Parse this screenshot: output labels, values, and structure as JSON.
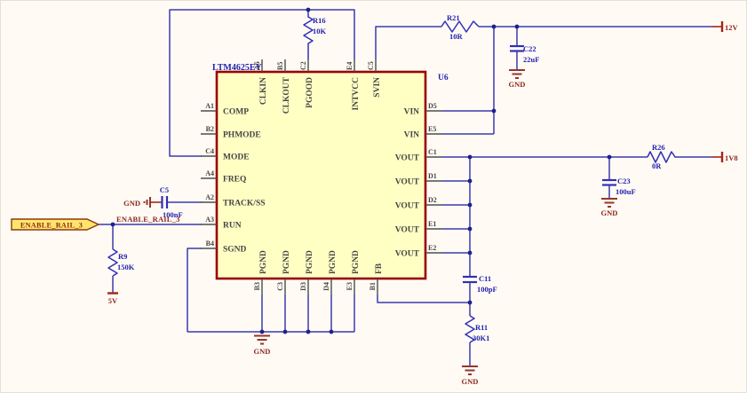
{
  "schematic": {
    "chip": {
      "part": "LTM4625EY",
      "designator": "U6",
      "pins": {
        "left": [
          {
            "des": "A1",
            "name": "COMP"
          },
          {
            "des": "B2",
            "name": "PHMODE"
          },
          {
            "des": "C4",
            "name": "MODE"
          },
          {
            "des": "A4",
            "name": "FREQ"
          },
          {
            "des": "A2",
            "name": "TRACK/SS"
          },
          {
            "des": "A3",
            "name": "RUN"
          },
          {
            "des": "B4",
            "name": "SGND"
          }
        ],
        "right": [
          {
            "des": "D5",
            "name": "VIN"
          },
          {
            "des": "E5",
            "name": "VIN"
          },
          {
            "des": "C1",
            "name": "VOUT"
          },
          {
            "des": "D1",
            "name": "VOUT"
          },
          {
            "des": "D2",
            "name": "VOUT"
          },
          {
            "des": "E1",
            "name": "VOUT"
          },
          {
            "des": "E2",
            "name": "VOUT"
          }
        ],
        "top": [
          {
            "des": "A5",
            "name": "CLKIN"
          },
          {
            "des": "B5",
            "name": "CLKOUT"
          },
          {
            "des": "C2",
            "name": "PGOOD"
          },
          {
            "des": "E4",
            "name": "INTVCC"
          },
          {
            "des": "C5",
            "name": "SVIN"
          }
        ],
        "bottom": [
          {
            "des": "B3",
            "name": "PGND"
          },
          {
            "des": "C3",
            "name": "PGND"
          },
          {
            "des": "D3",
            "name": "PGND"
          },
          {
            "des": "D4",
            "name": "PGND"
          },
          {
            "des": "E3",
            "name": "PGND"
          },
          {
            "des": "B1",
            "name": "FB"
          }
        ]
      }
    },
    "components": {
      "r16": {
        "ref": "R16",
        "value": "10K"
      },
      "r21": {
        "ref": "R21",
        "value": "10R"
      },
      "r26": {
        "ref": "R26",
        "value": "0R"
      },
      "r9": {
        "ref": "R9",
        "value": "150K"
      },
      "r11": {
        "ref": "R11",
        "value": "30K1"
      },
      "c5": {
        "ref": "C5",
        "value": "100nF"
      },
      "c22": {
        "ref": "C22",
        "value": "22uF"
      },
      "c23": {
        "ref": "C23",
        "value": "100uF"
      },
      "c11": {
        "ref": "C11",
        "value": "100pF"
      }
    },
    "ports": {
      "p12v": "12V",
      "p1v8": "1V8",
      "p5v": "5V",
      "gnd": "GND",
      "enable_flag": "ENABLE_RAIL_3",
      "enable_net": "ENABLE_RAIL_3"
    },
    "colors": {
      "wire": "#3A3AAE",
      "component_blue": "#3030B8",
      "label_blue": "#2222B2",
      "label_red": "#8E271E",
      "chip_fill": "#FFFFC4",
      "chip_border": "#990008",
      "background": "#FFFBF4"
    }
  }
}
